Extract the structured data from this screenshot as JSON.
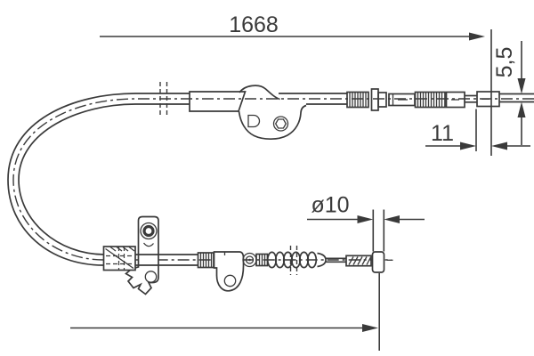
{
  "diagram": {
    "kind": "technical-drawing",
    "subject": "parking-brake-cable",
    "background": "#ffffff",
    "line_color": "#3a3a3a",
    "dimensions": {
      "overall_length": "1668",
      "end_rod_diameter": "5,5",
      "end_fitting_length": "11",
      "eyelet_diameter": "ø10"
    }
  }
}
